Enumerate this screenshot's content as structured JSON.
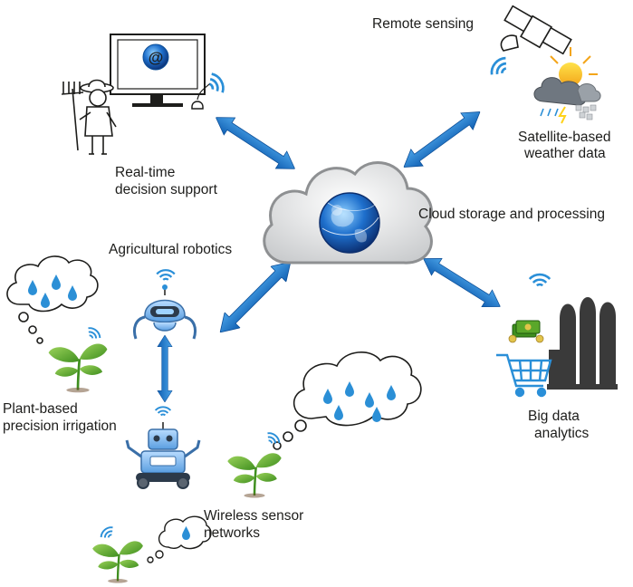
{
  "labels": {
    "remote_sensing": "Remote sensing",
    "satellite_weather_line1": "Satellite-based",
    "satellite_weather_line2": "weather data",
    "realtime_line1": "Real-time",
    "realtime_line2": "decision support",
    "cloud": "Cloud storage and processing",
    "agri_robotics": "Agricultural robotics",
    "irrigation_line1": "Plant-based",
    "irrigation_line2": "precision irrigation",
    "bigdata_line1": "Big data",
    "bigdata_line2": "analytics",
    "wsn_line1": "Wireless sensor",
    "wsn_line2": "networks"
  },
  "monitor_symbol": "@",
  "icons": [
    "farmer-icon",
    "computer-monitor-icon",
    "satellite-icon",
    "weather-icon",
    "cloud-globe-icon",
    "robot-icon",
    "plant-icon",
    "thought-cloud-icon",
    "shopping-cart-icon",
    "money-icon",
    "factory-icon",
    "wifi-icon",
    "double-arrow-icon"
  ],
  "colors": {
    "arrow": "#1a75cc",
    "wifi": "#2a8fd8",
    "leaf": "#5aa72a",
    "drop": "#2b8fd6",
    "cloud": "#d6d8da",
    "factory": "#3a3a3a",
    "text": "#1d1d1b"
  }
}
